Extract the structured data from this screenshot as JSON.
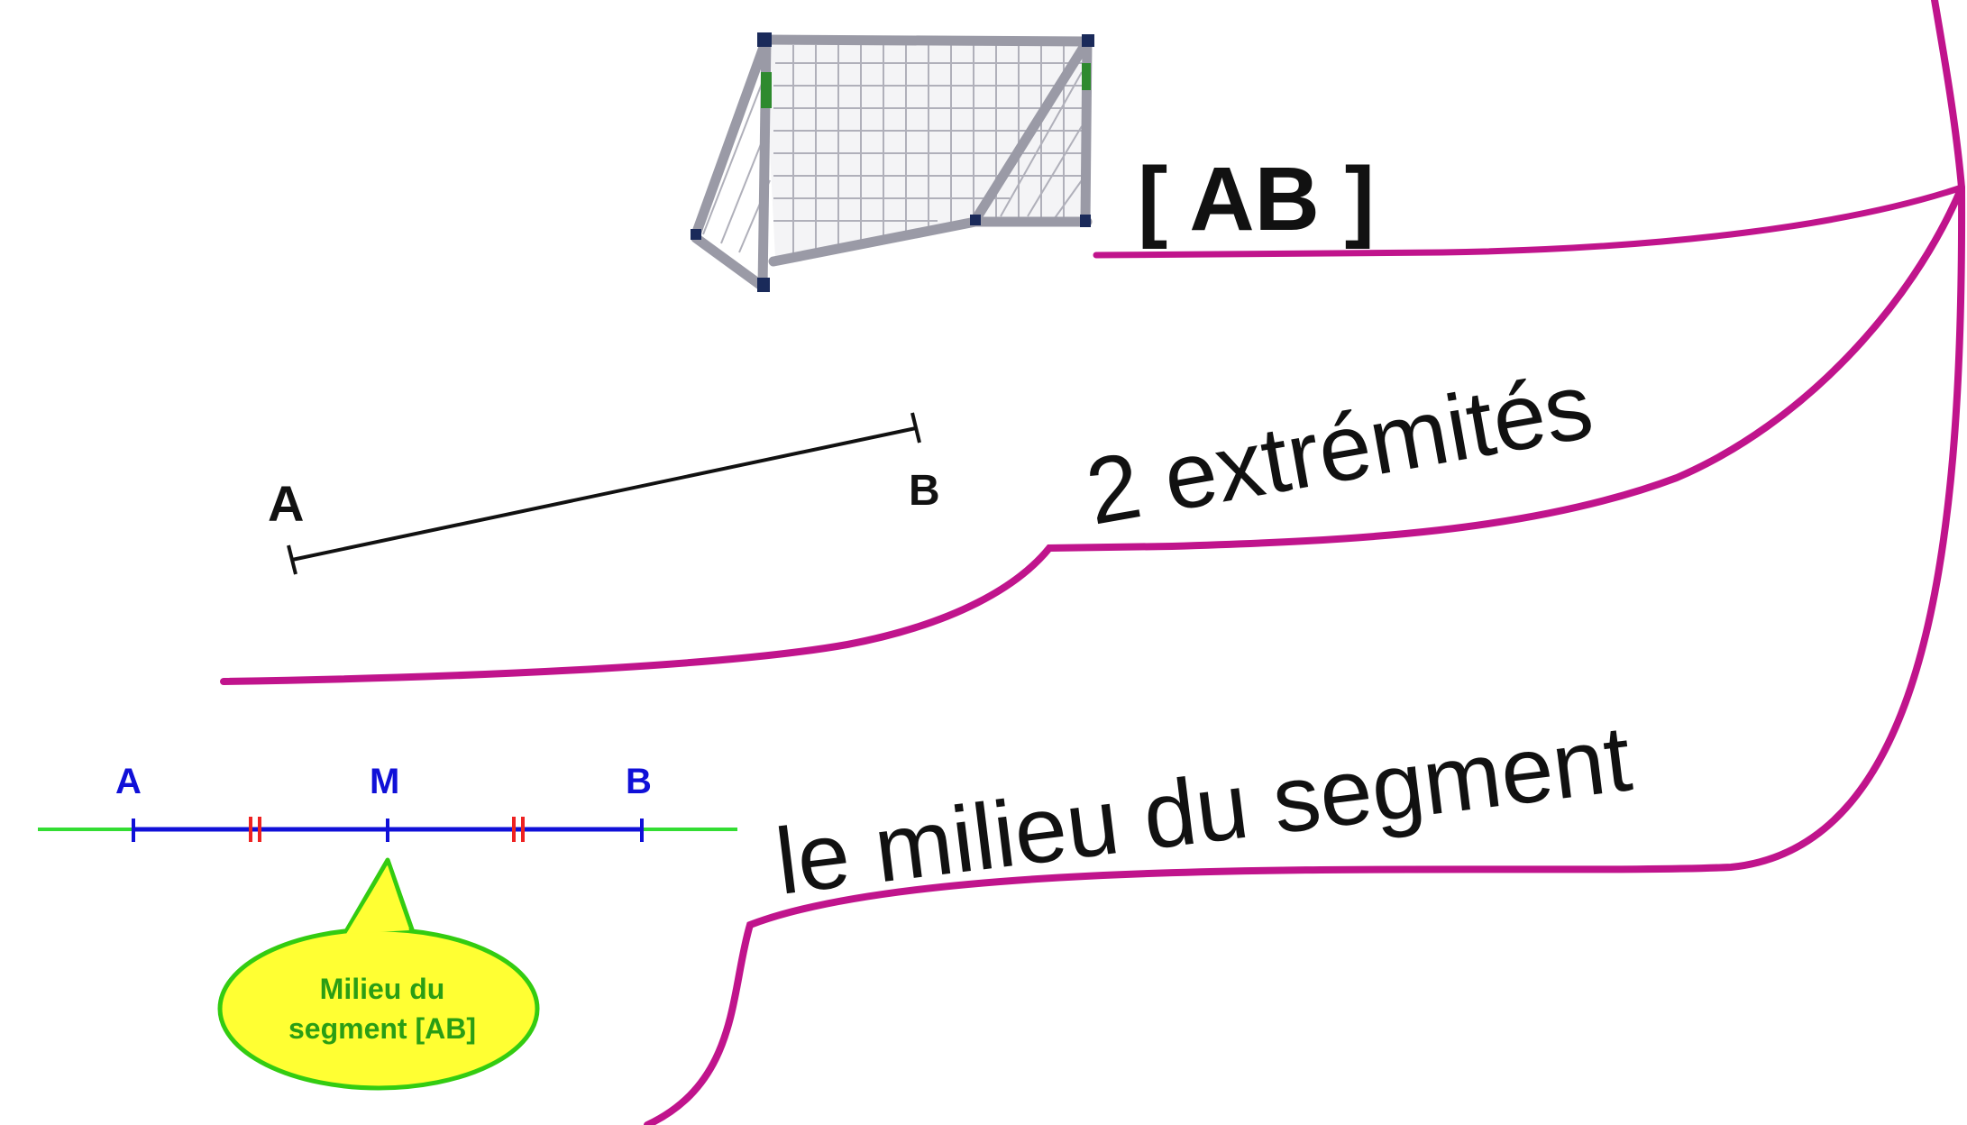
{
  "colors": {
    "branch": "#c0148c",
    "segment_blue": "#1010d8",
    "extension_green": "#33dd33",
    "equal_marks_red": "#ee2222",
    "callout_fill": "#ffff33",
    "callout_stroke": "#33cc11",
    "callout_text": "#2a9e14",
    "black": "#111111"
  },
  "branches": [
    {
      "label": "[ AB ]"
    },
    {
      "label": "2 extrémités"
    },
    {
      "label": "le milieu du segment"
    }
  ],
  "segment_figure": {
    "endpoint_a": "A",
    "endpoint_b": "B"
  },
  "midpoint_figure": {
    "point_a": "A",
    "point_m": "M",
    "point_b": "B",
    "callout_line1": "Milieu du",
    "callout_line2": "segment [AB]"
  },
  "illustration": {
    "icon": "soccer-goal-icon"
  }
}
